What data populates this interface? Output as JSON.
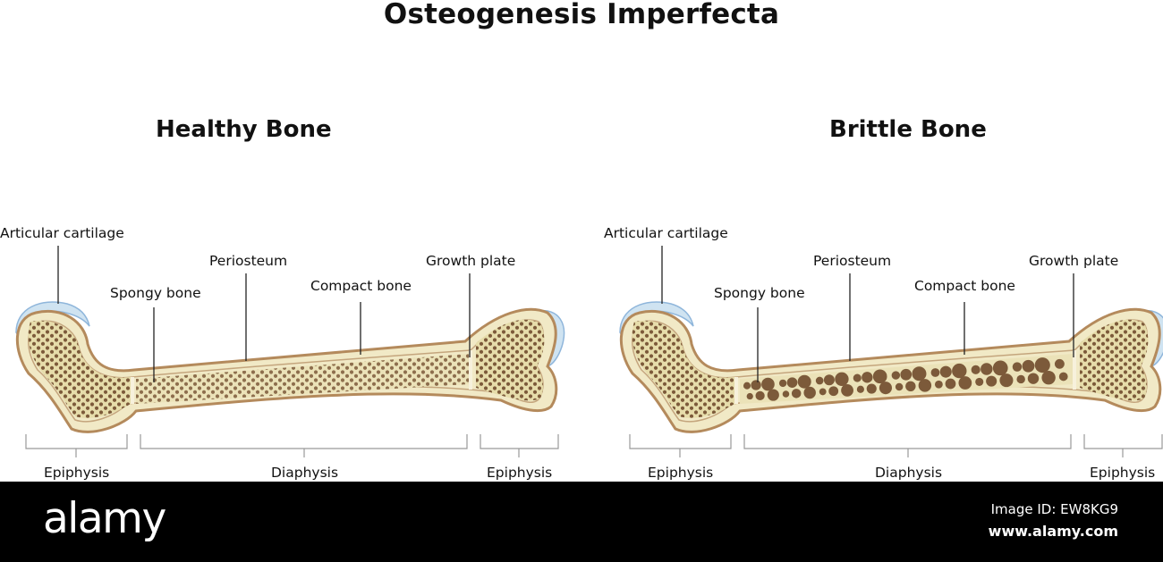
{
  "title": "Osteogenesis Imperfecta",
  "panels": [
    {
      "heading": "Healthy Bone",
      "labels": {
        "articular_cartilage": "Articular cartilage",
        "spongy_bone": "Spongy bone",
        "periosteum": "Periosteum",
        "compact_bone": "Compact bone",
        "growth_plate": "Growth plate",
        "epiphysis_left": "Epiphysis",
        "diaphysis": "Diaphysis",
        "epiphysis_right": "Epiphysis"
      }
    },
    {
      "heading": "Brittle Bone",
      "labels": {
        "articular_cartilage": "Articular cartilage",
        "spongy_bone": "Spongy bone",
        "periosteum": "Periosteum",
        "compact_bone": "Compact bone",
        "growth_plate": "Growth plate",
        "epiphysis_left": "Epiphysis",
        "diaphysis": "Diaphysis",
        "epiphysis_right": "Epiphysis"
      }
    }
  ],
  "footer": {
    "logo": "alamy",
    "image_id": "Image ID: EW8KG9",
    "website": "www.alamy.com"
  },
  "colors": {
    "cortex": "#f1e9c6",
    "outline": "#b48a5c",
    "marrow": "#e6dcaa",
    "pore": "#7c5a3a",
    "cartilage": "#cfe3f1",
    "cartilage_edge": "#8fb6db",
    "bracket": "#999999",
    "leader": "#222222"
  }
}
